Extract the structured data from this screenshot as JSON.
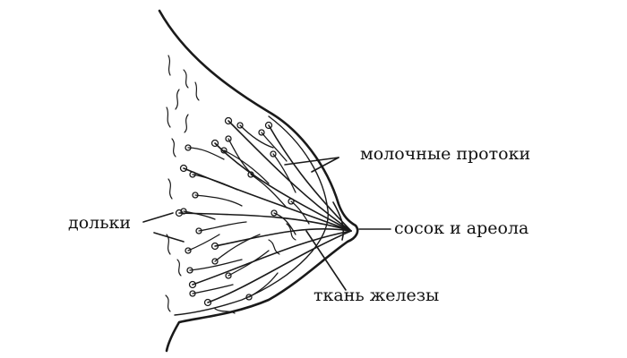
{
  "labels": {
    "ducts": "молочные протоки",
    "lobules": "дольки",
    "nipple": "сосок и ареола",
    "tissue": "ткань железы"
  },
  "colors": {
    "line": "#1a1a1a",
    "background": "#ffffff"
  }
}
